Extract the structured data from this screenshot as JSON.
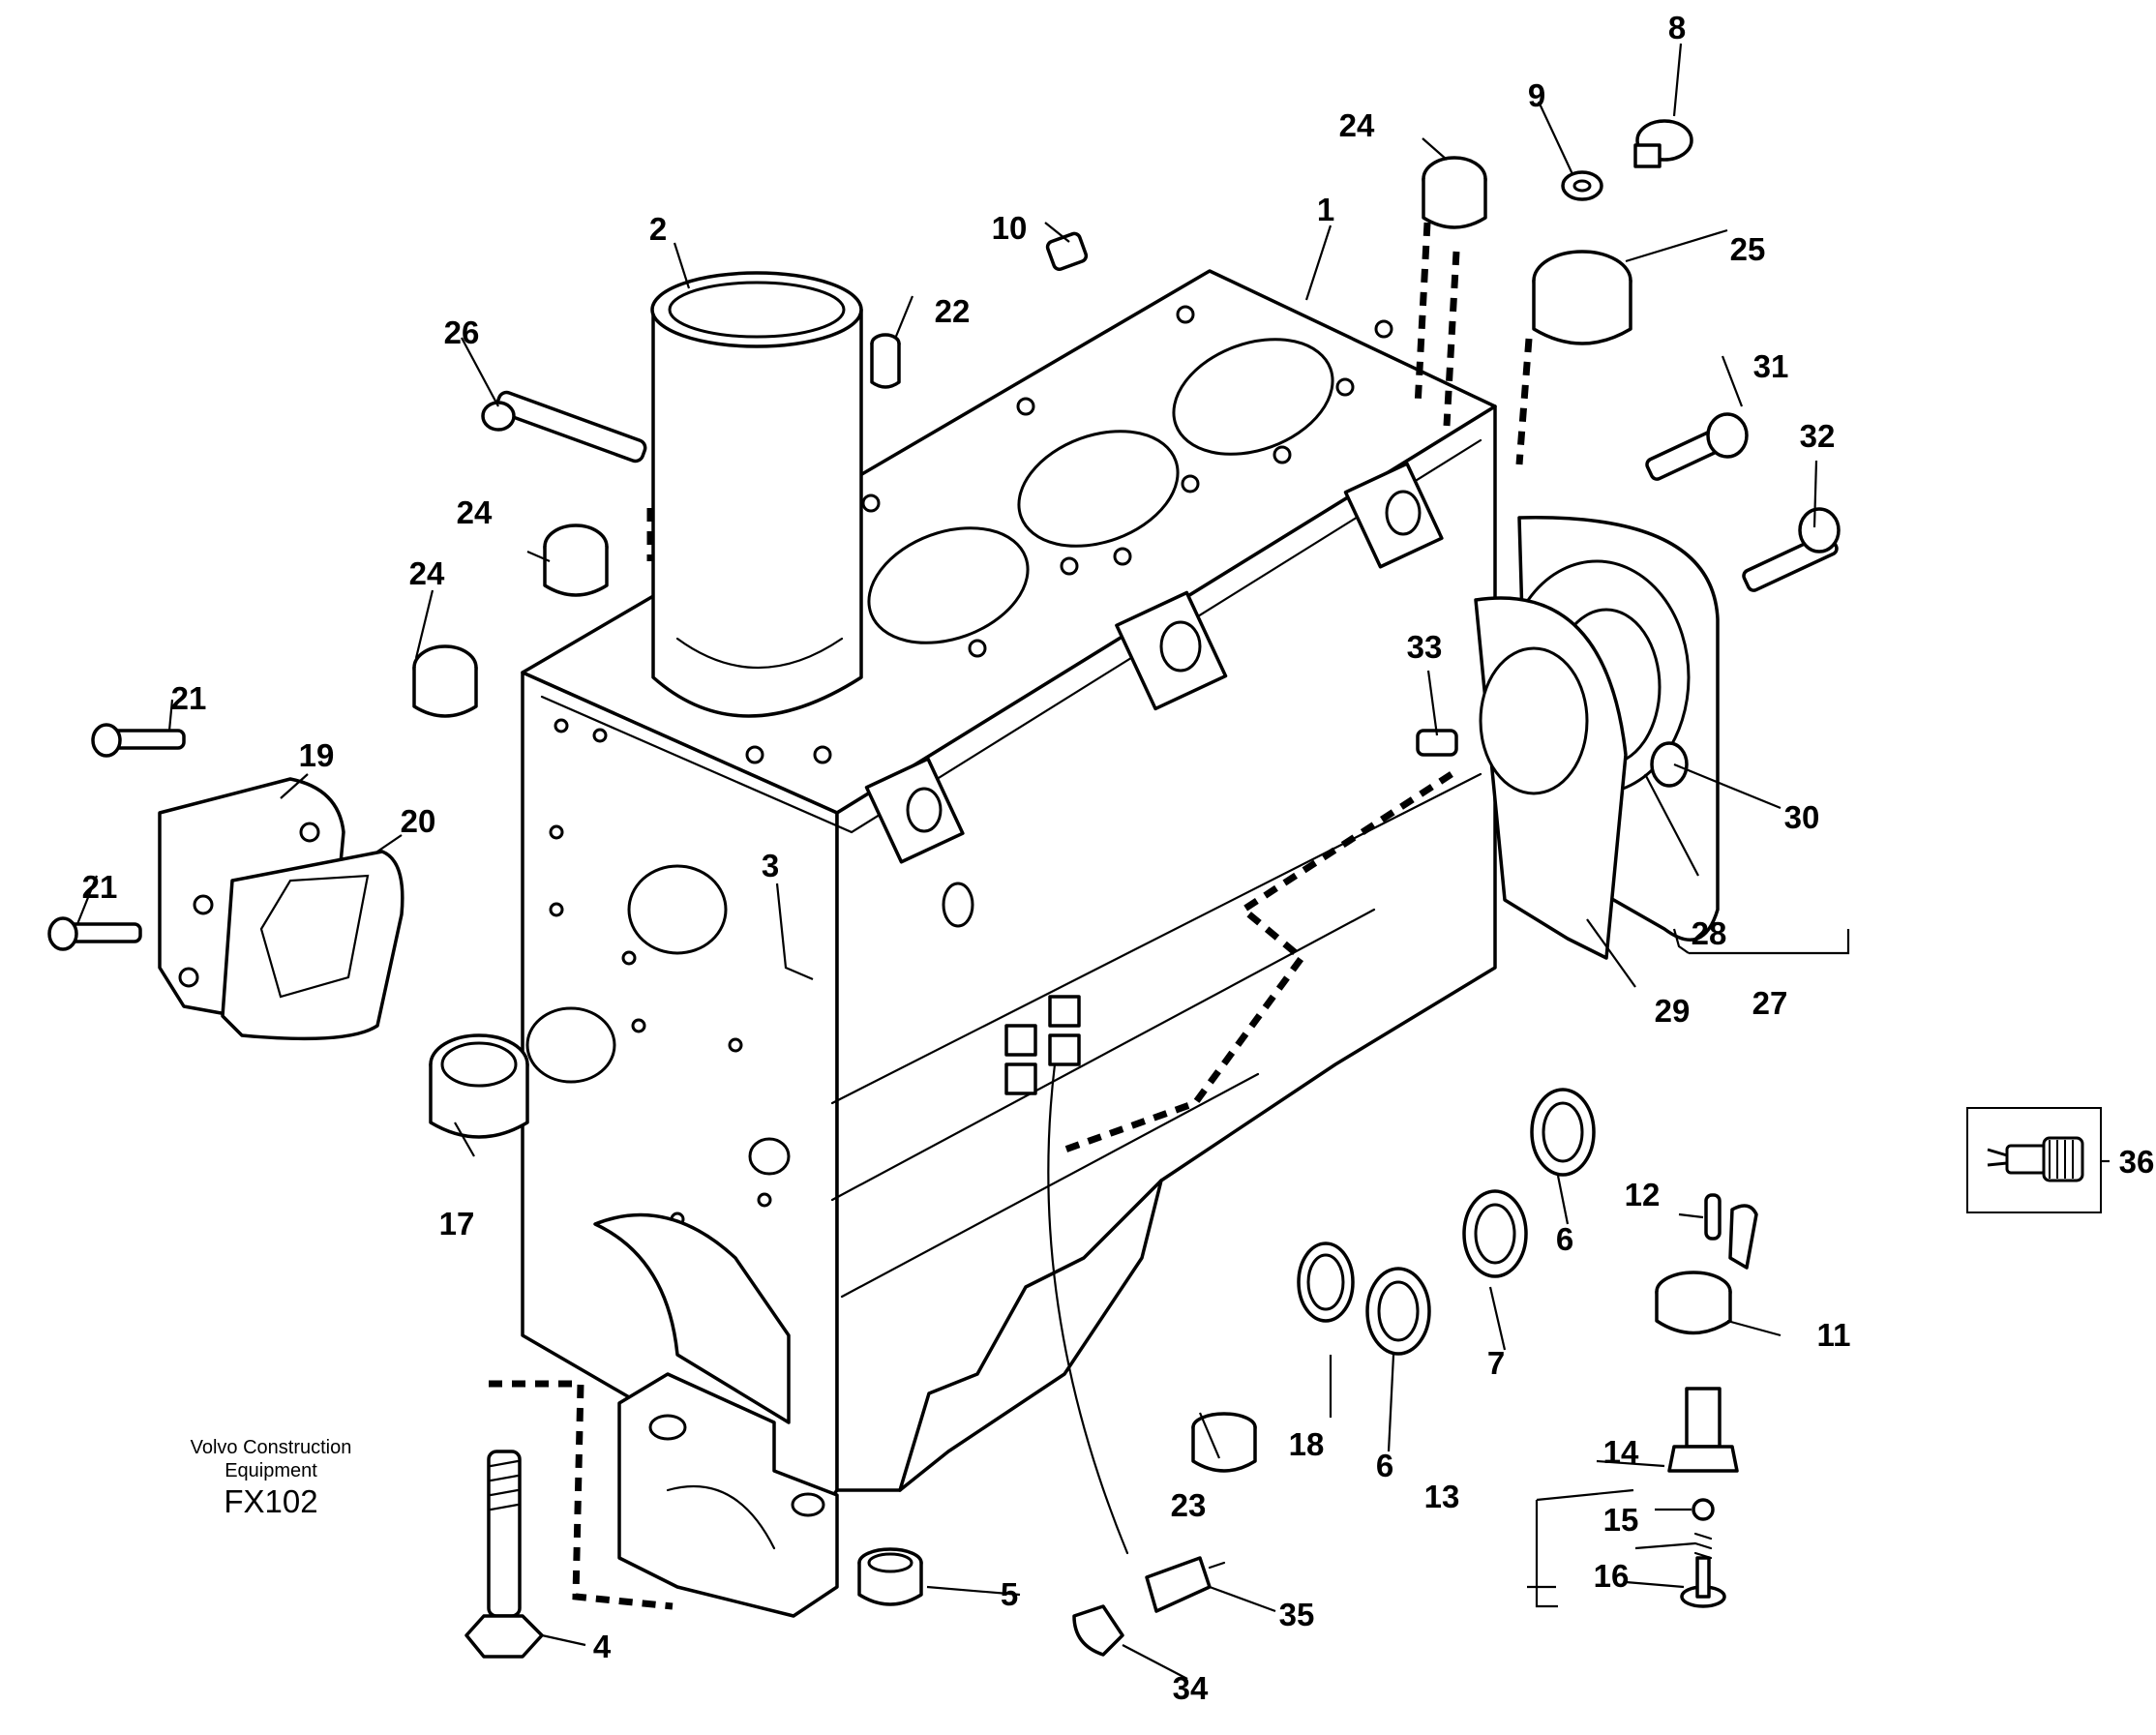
{
  "footer": {
    "company_line1": "Volvo Construction",
    "company_line2": "Equipment",
    "figure_code": "FX102"
  },
  "callouts": [
    "1",
    "2",
    "3",
    "4",
    "5",
    "6",
    "6",
    "7",
    "8",
    "9",
    "10",
    "11",
    "12",
    "13",
    "14",
    "15",
    "16",
    "17",
    "18",
    "19",
    "20",
    "21",
    "21",
    "22",
    "23",
    "24",
    "24",
    "24",
    "25",
    "26",
    "27",
    "28",
    "29",
    "30",
    "31",
    "32",
    "33",
    "34",
    "35",
    "36"
  ]
}
